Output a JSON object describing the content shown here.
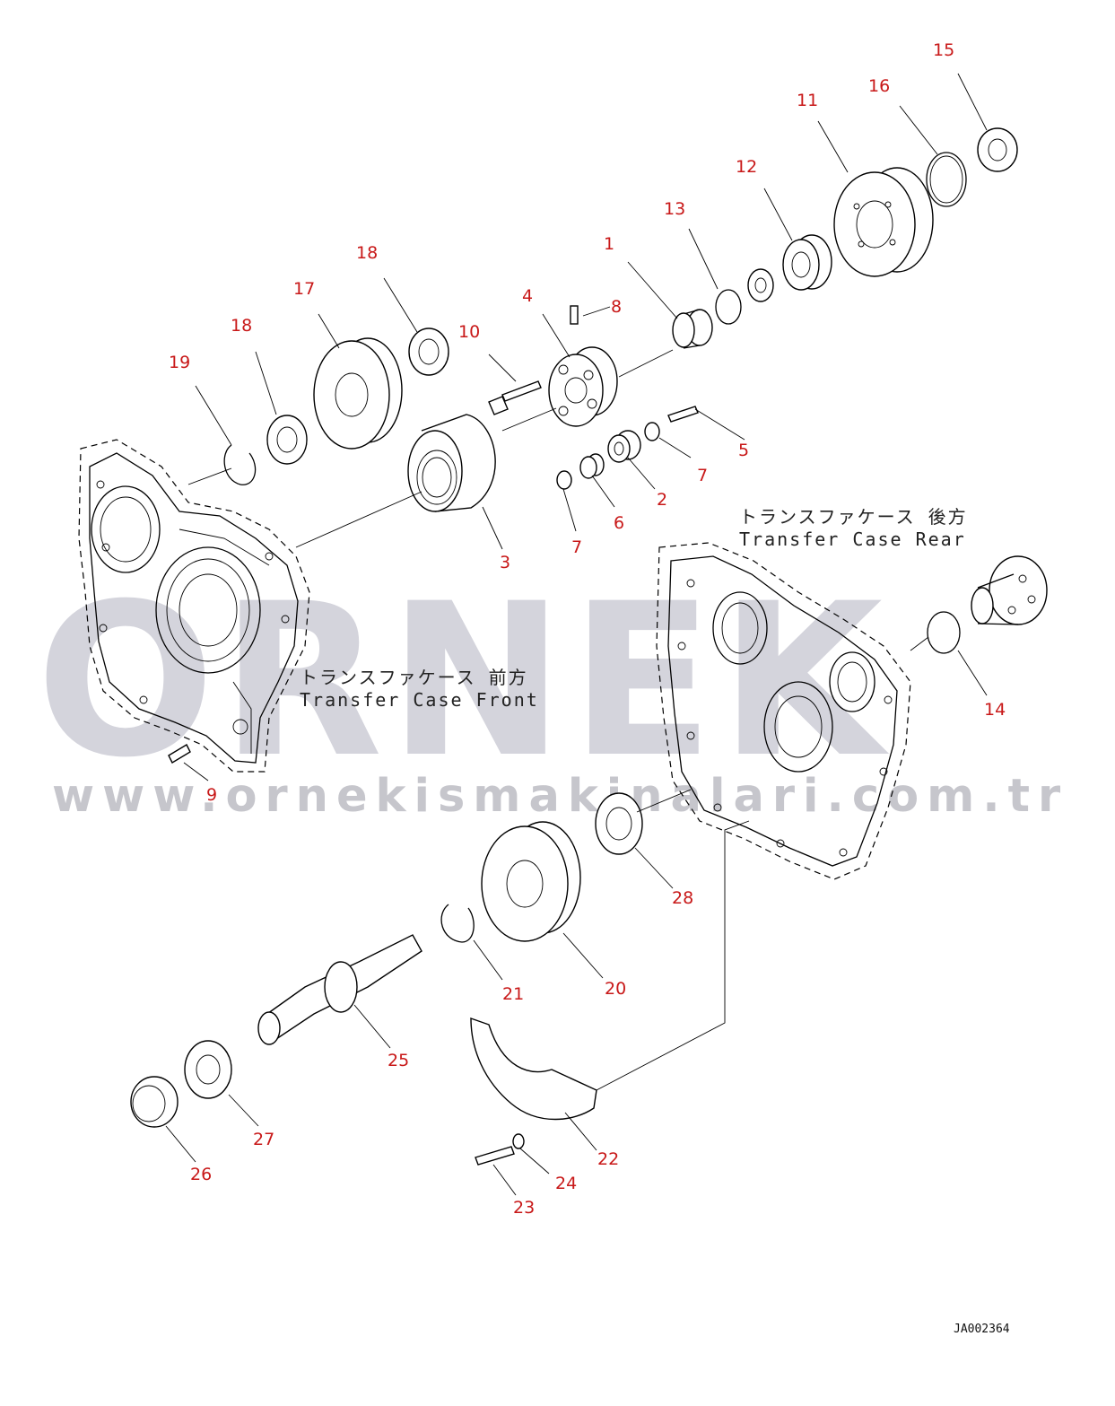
{
  "watermark": {
    "brand": "ORNEK",
    "url": "www.ornekismakinalari.com.tr"
  },
  "labels": {
    "front_jp": "トランスファケース 前方",
    "front_en": "Transfer Case Front",
    "rear_jp": "トランスファケース 後方",
    "rear_en": "Transfer Case Rear"
  },
  "drawing_number": "JA002364",
  "callouts": [
    {
      "id": "c15",
      "text": "15"
    },
    {
      "id": "c16",
      "text": "16"
    },
    {
      "id": "c11",
      "text": "11"
    },
    {
      "id": "c12",
      "text": "12"
    },
    {
      "id": "c13",
      "text": "13"
    },
    {
      "id": "c1",
      "text": "1"
    },
    {
      "id": "c8",
      "text": "8"
    },
    {
      "id": "c4",
      "text": "4"
    },
    {
      "id": "c18a",
      "text": "18"
    },
    {
      "id": "c17",
      "text": "17"
    },
    {
      "id": "c18b",
      "text": "18"
    },
    {
      "id": "c10",
      "text": "10"
    },
    {
      "id": "c19",
      "text": "19"
    },
    {
      "id": "c5",
      "text": "5"
    },
    {
      "id": "c7a",
      "text": "7"
    },
    {
      "id": "c2",
      "text": "2"
    },
    {
      "id": "c6",
      "text": "6"
    },
    {
      "id": "c7b",
      "text": "7"
    },
    {
      "id": "c3",
      "text": "3"
    },
    {
      "id": "c14",
      "text": "14"
    },
    {
      "id": "c9",
      "text": "9"
    },
    {
      "id": "c28",
      "text": "28"
    },
    {
      "id": "c20",
      "text": "20"
    },
    {
      "id": "c21",
      "text": "21"
    },
    {
      "id": "c25",
      "text": "25"
    },
    {
      "id": "c27",
      "text": "27"
    },
    {
      "id": "c26",
      "text": "26"
    },
    {
      "id": "c22",
      "text": "22"
    },
    {
      "id": "c24",
      "text": "24"
    },
    {
      "id": "c23",
      "text": "23"
    }
  ]
}
